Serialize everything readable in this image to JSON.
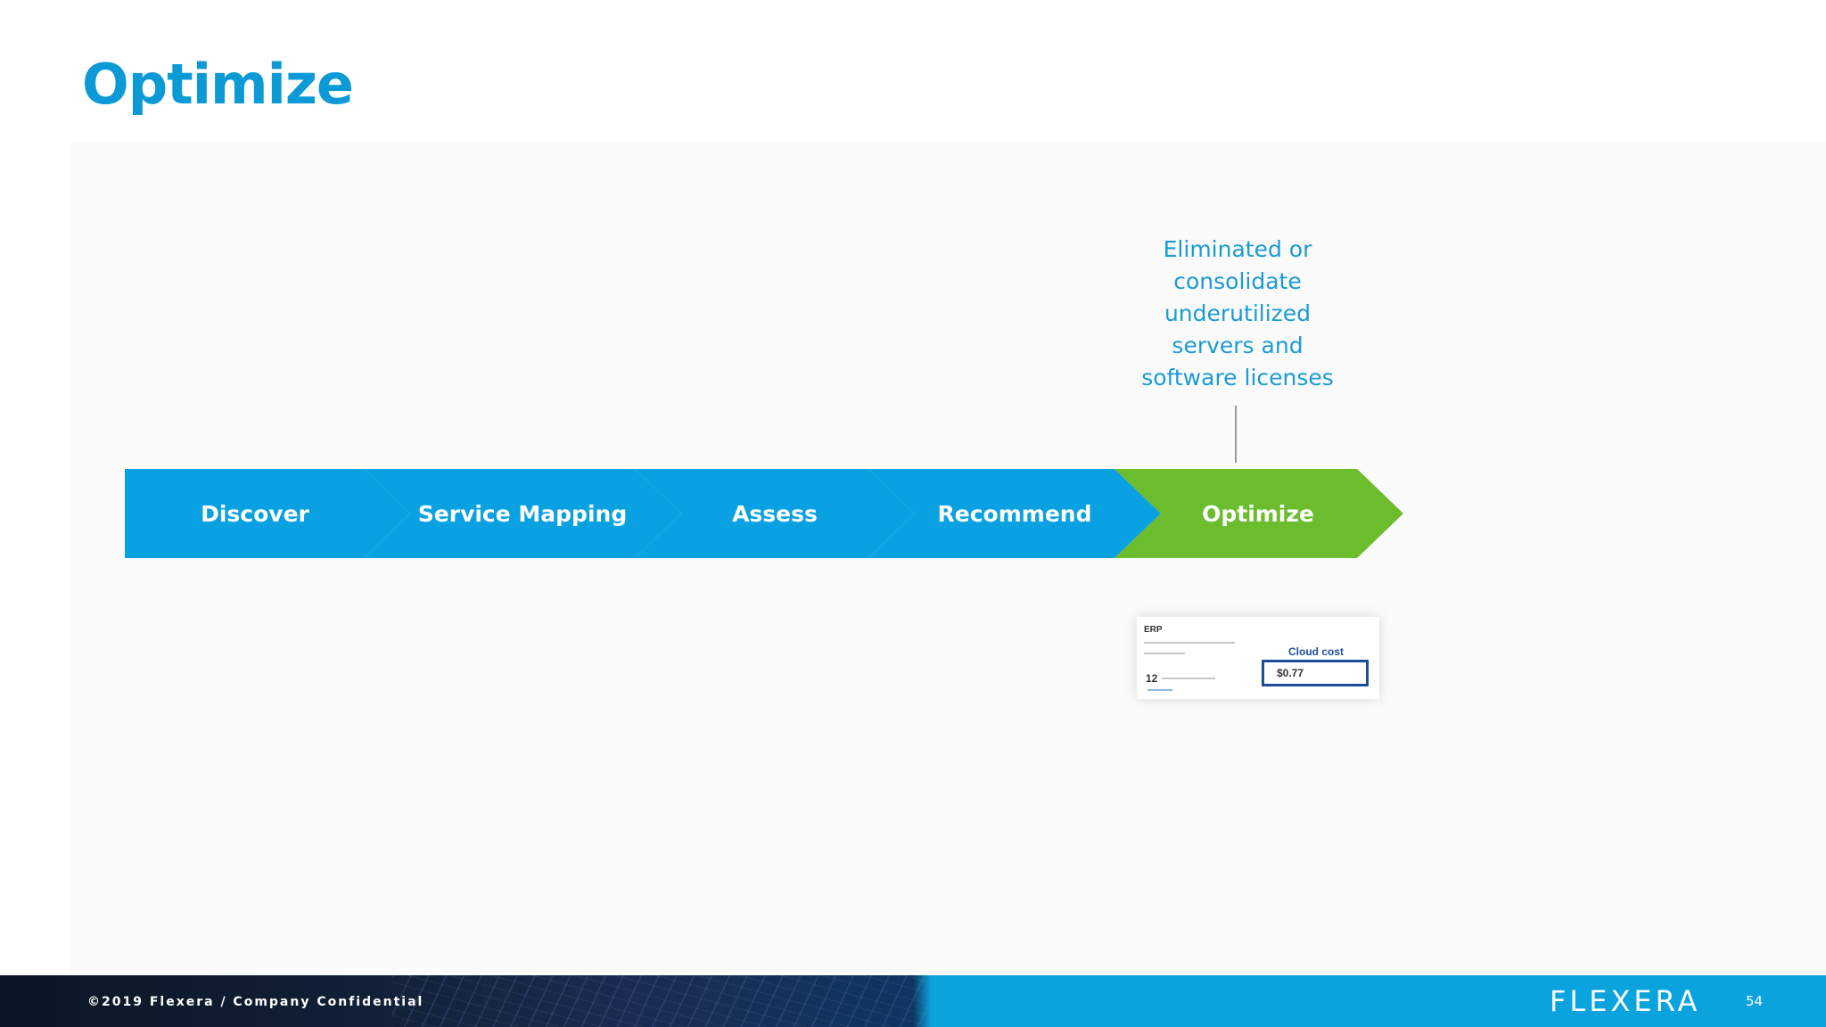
{
  "slide": {
    "title": "Optimize",
    "callout": "Eliminated or consolidate underutilized servers and software licenses",
    "process": {
      "steps": [
        {
          "label": "Discover",
          "color": "#0aa1e2"
        },
        {
          "label": "Service Mapping",
          "color": "#0aa1e2"
        },
        {
          "label": "Assess",
          "color": "#0aa1e2"
        },
        {
          "label": "Recommend",
          "color": "#0aa1e2"
        },
        {
          "label": "Optimize",
          "color": "#6bbd2e"
        }
      ]
    },
    "thumbnail": {
      "app": "ERP",
      "count": "12",
      "cost_label": "Cloud cost",
      "cost_value": "$0.77",
      "border_color": "#1d4e94"
    }
  },
  "footer": {
    "copyright": "©2019 Flexera / Company Confidential",
    "logo": "FLEXERA",
    "page_number": "54"
  },
  "colors": {
    "title": "#0b9ad6",
    "step_active": "#6bbd2e",
    "step_default": "#0aa1e2",
    "footer_blue": "#0aa3de"
  }
}
